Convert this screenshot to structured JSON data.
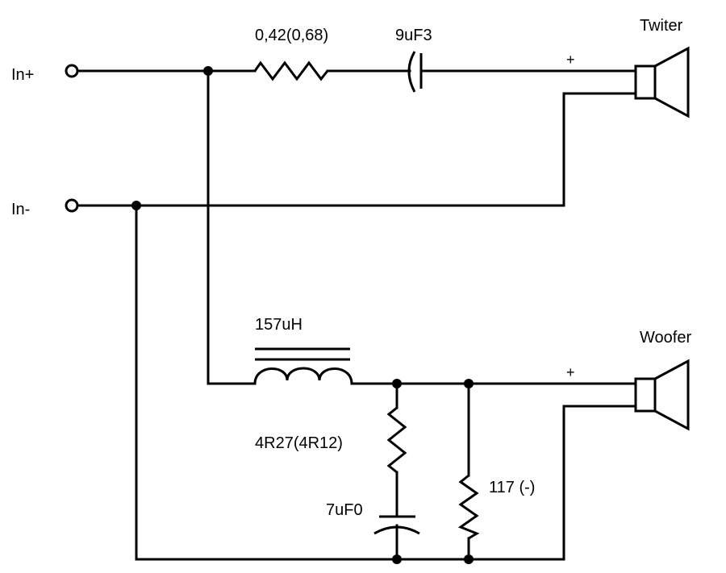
{
  "inputs": {
    "positive_label": "In+",
    "negative_label": "In-"
  },
  "tweeter": {
    "label": "Twiter",
    "resistor_label": "0,42(0,68)",
    "capacitor_label": "9uF3",
    "polarity": "+"
  },
  "woofer": {
    "label": "Woofer",
    "inductor_label": "157uH",
    "zobel_resistor_label": "4R27(4R12)",
    "zobel_capacitor_label": "7uF0",
    "shunt_resistor_label": "117 (-)",
    "polarity": "+"
  },
  "colors": {
    "ink": "#000000",
    "background": "#ffffff"
  }
}
